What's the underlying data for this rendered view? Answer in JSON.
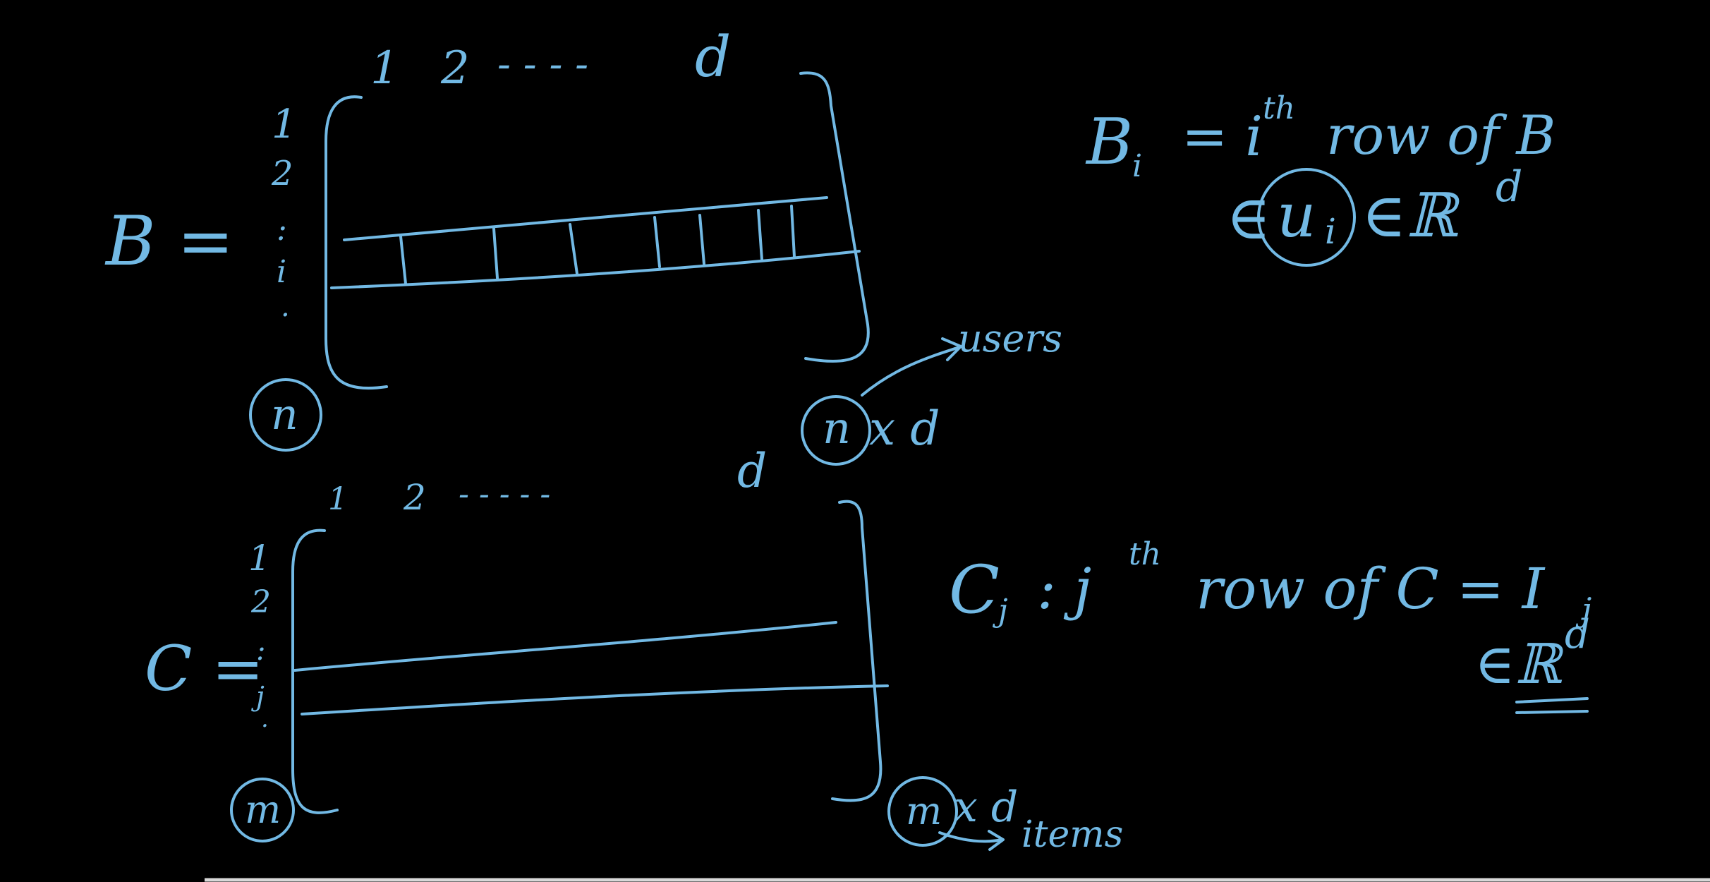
{
  "ink_color": "#72b9e4",
  "background_color": "#000000",
  "matrix_b": {
    "lhs": "B =",
    "col_labels": [
      "1",
      "2",
      "- - - -",
      "d"
    ],
    "row_labels": [
      "1",
      "2",
      ":",
      "i",
      "."
    ],
    "rows_label": "n",
    "dim_n": "n",
    "dim_rest": "x d",
    "annotation": "users"
  },
  "matrix_c": {
    "lhs": "C =",
    "col_labels": [
      "1",
      "2",
      "- - - - -",
      "d"
    ],
    "row_labels": [
      "1",
      "2",
      ":",
      "j",
      "."
    ],
    "rows_label": "m",
    "dim_m": "m",
    "dim_rest": "x d",
    "annotation": "items"
  },
  "note_b": {
    "line1_sym": "B",
    "line1_sub": "i",
    "line1_text": "= i",
    "line1_sup": "th",
    "line1_rest": "row of B",
    "line2_pre": "∈",
    "line2_circled": "u",
    "line2_circled_sub": "i",
    "line2_post": "∈ℝ",
    "line2_sup": "d"
  },
  "note_c": {
    "line1_sym": "C",
    "line1_sub": "j",
    "line1_text": ": j",
    "line1_sup": "th",
    "line1_rest": "row of C = I",
    "line1_rest_sub": "j",
    "line2": "∈ℝ",
    "line2_sup": "d"
  }
}
